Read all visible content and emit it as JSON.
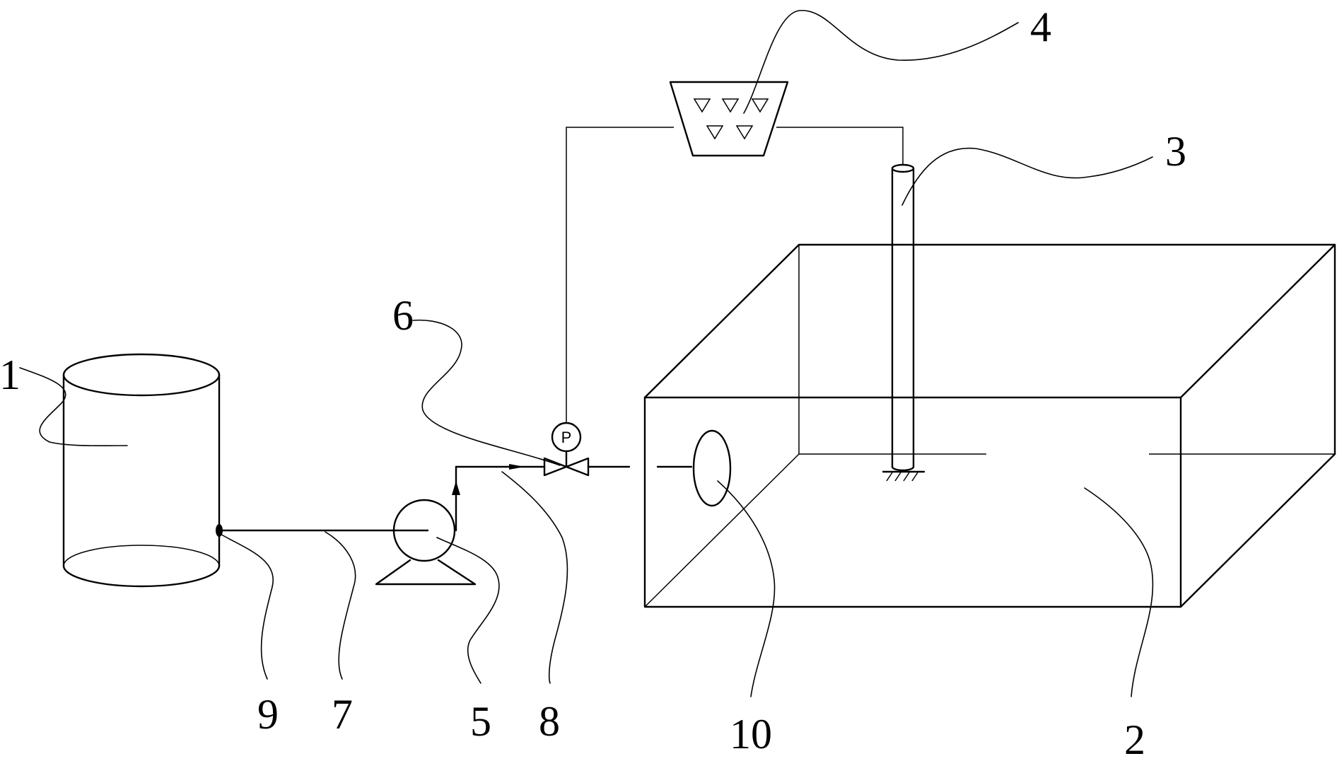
{
  "labels": {
    "l1": "1",
    "l2": "2",
    "l3": "3",
    "l4": "4",
    "l5": "5",
    "l6": "6",
    "l7": "7",
    "l8": "8",
    "l9": "9",
    "l10": "10"
  },
  "gauge_symbol": "P"
}
